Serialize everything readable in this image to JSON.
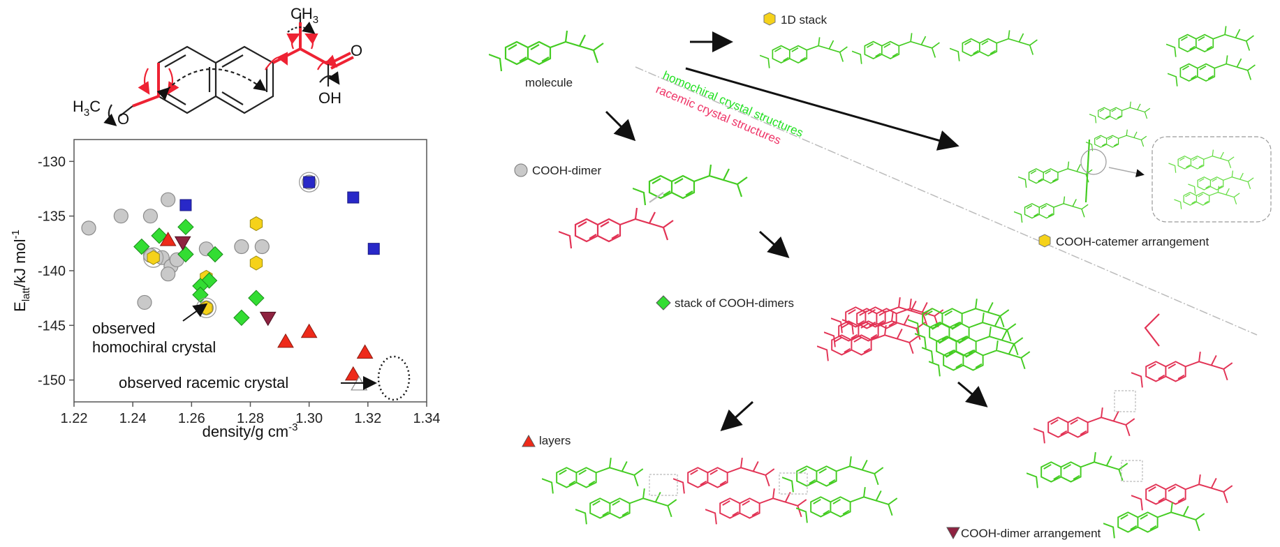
{
  "molecule": {
    "ch3_label": "CH",
    "ch3_sub": "3",
    "oxygen_label": "O",
    "h3c_label": "H",
    "h3c_sub": "3",
    "h3c_c": "C",
    "o_label": "O",
    "oh_label": "OH"
  },
  "chart_data": {
    "type": "scatter",
    "xlabel": "density/g cm",
    "xlabel_sup": "-3",
    "ylabel_main": "E",
    "ylabel_sub": "latt",
    "ylabel_rest": "/kJ mol",
    "ylabel_sup": "-1",
    "xlim": [
      1.22,
      1.34
    ],
    "ylim": [
      -152,
      -128
    ],
    "x_ticks": [
      1.22,
      1.24,
      1.26,
      1.28,
      1.3,
      1.32,
      1.34
    ],
    "x_tick_labels": [
      "1.22",
      "1.24",
      "1.26",
      "1.28",
      "1.30",
      "1.32",
      "1.34"
    ],
    "y_ticks": [
      -130,
      -135,
      -140,
      -145,
      -150
    ],
    "y_tick_labels": [
      "-130",
      "-135",
      "-140",
      "-145",
      "-150"
    ],
    "series": [
      {
        "marker": "circle",
        "color": "#c9c9c9",
        "points": [
          [
            1.225,
            -136.1
          ],
          [
            1.236,
            -135.0
          ],
          [
            1.246,
            -135.0
          ],
          [
            1.252,
            -133.5
          ],
          [
            1.244,
            -142.9
          ],
          [
            1.25,
            -138.8
          ],
          [
            1.253,
            -139.6
          ],
          [
            1.252,
            -140.3
          ],
          [
            1.255,
            -139.0
          ],
          [
            1.265,
            -138.0
          ],
          [
            1.277,
            -137.8
          ],
          [
            1.284,
            -137.8
          ],
          [
            1.265,
            -143.4
          ],
          [
            1.246,
            -138.6
          ],
          [
            1.3,
            -131.9
          ]
        ]
      },
      {
        "marker": "square",
        "color": "#2828c8",
        "points": [
          [
            1.258,
            -134.0
          ],
          [
            1.3,
            -131.9
          ],
          [
            1.315,
            -133.3
          ],
          [
            1.322,
            -138.0
          ]
        ]
      },
      {
        "marker": "hexagon",
        "color": "#f5d21a",
        "points": [
          [
            1.282,
            -135.7
          ],
          [
            1.282,
            -139.3
          ],
          [
            1.247,
            -138.8
          ],
          [
            1.265,
            -140.6
          ],
          [
            1.265,
            -143.4
          ]
        ]
      },
      {
        "marker": "diamond",
        "color": "#33dd33",
        "points": [
          [
            1.243,
            -137.8
          ],
          [
            1.249,
            -136.8
          ],
          [
            1.258,
            -136.0
          ],
          [
            1.258,
            -138.5
          ],
          [
            1.268,
            -138.5
          ],
          [
            1.266,
            -140.9
          ],
          [
            1.263,
            -141.4
          ],
          [
            1.263,
            -142.2
          ],
          [
            1.282,
            -142.5
          ],
          [
            1.277,
            -144.3
          ]
        ]
      },
      {
        "marker": "triangle-up",
        "color": "#ee2a1a",
        "points": [
          [
            1.252,
            -137.2
          ],
          [
            1.292,
            -146.5
          ],
          [
            1.3,
            -145.6
          ],
          [
            1.319,
            -147.5
          ],
          [
            1.315,
            -149.5
          ]
        ]
      },
      {
        "marker": "triangle-up-open",
        "color": "#ffffff",
        "points": [
          [
            1.317,
            -150.4
          ]
        ]
      },
      {
        "marker": "triangle-down",
        "color": "#8e2240",
        "points": [
          [
            1.257,
            -137.4
          ],
          [
            1.286,
            -144.3
          ]
        ]
      }
    ],
    "annotations": [
      {
        "text": "observed",
        "text2": "homochiral crystal"
      },
      {
        "text": "observed racemic crystal"
      }
    ]
  },
  "scheme": {
    "molecule_label": "molecule",
    "stack_label": "1D stack",
    "homochiral_label": "homochiral crystal structures",
    "racemic_label": "racemic crystal structures",
    "dimer_label": "COOH-dimer",
    "catemer_label": "COOH-catemer arrangement",
    "stack_dimers_label": "stack of COOH-dimers",
    "layers_label": "layers",
    "dimer_arrangement_label": "COOH-dimer arrangement"
  },
  "colors": {
    "homochiral": "#22e022",
    "racemic": "#ee3366",
    "bond_highlight": "#ee2233",
    "green_structure": "#44cc22",
    "red_structure": "#e23355"
  }
}
